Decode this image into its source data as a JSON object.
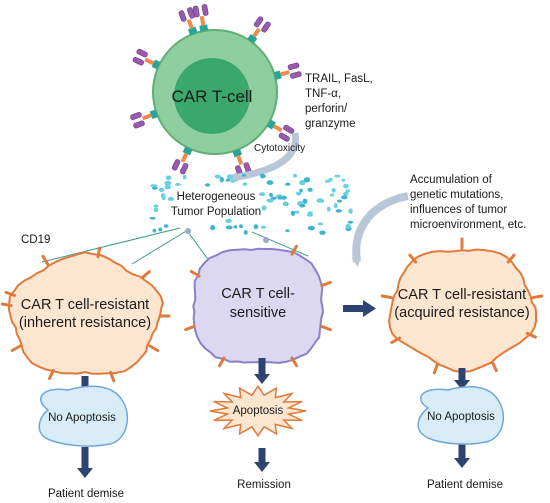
{
  "car_t_cell": {
    "label": "CAR T-cell"
  },
  "mediators": [
    "TRAIL, FasL,",
    "TNF-α,",
    "perforin/",
    "granzyme"
  ],
  "cytotoxicity_label": "Cytotoxicity",
  "tumor_population": [
    "Heterogeneous",
    "Tumor Population"
  ],
  "accumulation_note": [
    "Accumulation of",
    "genetic mutations,",
    "influences of tumor",
    "microenvironment, etc."
  ],
  "cd19_label": "CD19",
  "cells": {
    "inherent": [
      "CAR T cell-resistant",
      "(inherent resistance)"
    ],
    "sensitive": [
      "CAR T cell-",
      "sensitive"
    ],
    "acquired": [
      "CAR T cell-resistant",
      "(acquired resistance)"
    ]
  },
  "outcomes": {
    "no_apoptosis_left": "No Apoptosis",
    "apoptosis": "Apoptosis",
    "no_apoptosis_right": "No Apoptosis"
  },
  "results": {
    "left": "Patient demise",
    "middle": "Remission",
    "right": "Patient demise"
  },
  "colors": {
    "car_outer": "#8fcf9f",
    "car_inner": "#3aa86a",
    "orange_cell": "#fde6d0",
    "orange_edge": "#e07a3a",
    "sensitive_fill": "#dcd8f2",
    "sensitive_edge": "#8a82c8",
    "blue_blob": "#d8ecf8",
    "arrow_navy": "#2d4470",
    "arrow_grey": "#b8c7d8",
    "dots": "#3fb4d0",
    "receptor": "#8a4a9a"
  }
}
